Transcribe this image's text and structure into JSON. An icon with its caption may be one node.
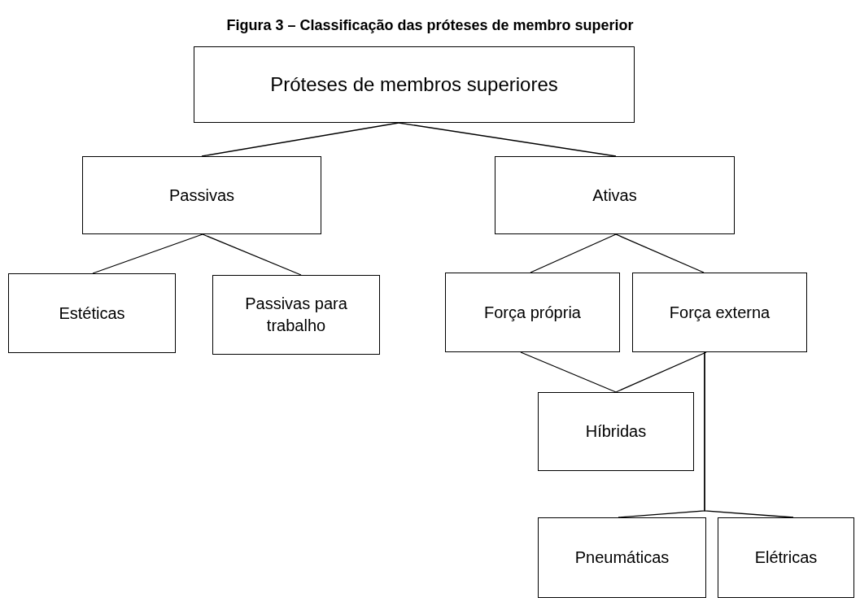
{
  "diagram": {
    "title": "Figura 3 – Classificação das próteses de membro superior",
    "nodes": [
      {
        "text": [
          "Próteses de membros superiores"
        ]
      },
      {
        "text": [
          "Passivas"
        ]
      },
      {
        "text": [
          "Ativas"
        ]
      },
      {
        "text": [
          "Estéticas"
        ]
      },
      {
        "text": [
          "Passivas para trabalho"
        ]
      },
      {
        "text": [
          "Força própria"
        ]
      },
      {
        "text": [
          "Força externa"
        ]
      },
      {
        "text": [
          "Híbridas"
        ]
      },
      {
        "text": [
          "Pneumáticas"
        ]
      },
      {
        "text": [
          "Elétricas"
        ]
      }
    ],
    "edges": [
      {
        "from": 0,
        "to": 1,
        "arrow": "none"
      },
      {
        "from": 0,
        "to": 2,
        "arrow": "none"
      },
      {
        "from": 1,
        "to": 3,
        "arrow": "none"
      },
      {
        "from": 1,
        "to": 4,
        "arrow": "none"
      },
      {
        "from": 2,
        "to": 5,
        "arrow": "none"
      },
      {
        "from": 2,
        "to": 6,
        "arrow": "none"
      },
      {
        "from": 5,
        "to": 7,
        "arrow": "none"
      },
      {
        "from": 6,
        "to": 7,
        "arrow": "none"
      },
      {
        "from": 6,
        "to": 8,
        "arrow": "none"
      },
      {
        "from": 6,
        "to": 9,
        "arrow": "none"
      }
    ]
  }
}
